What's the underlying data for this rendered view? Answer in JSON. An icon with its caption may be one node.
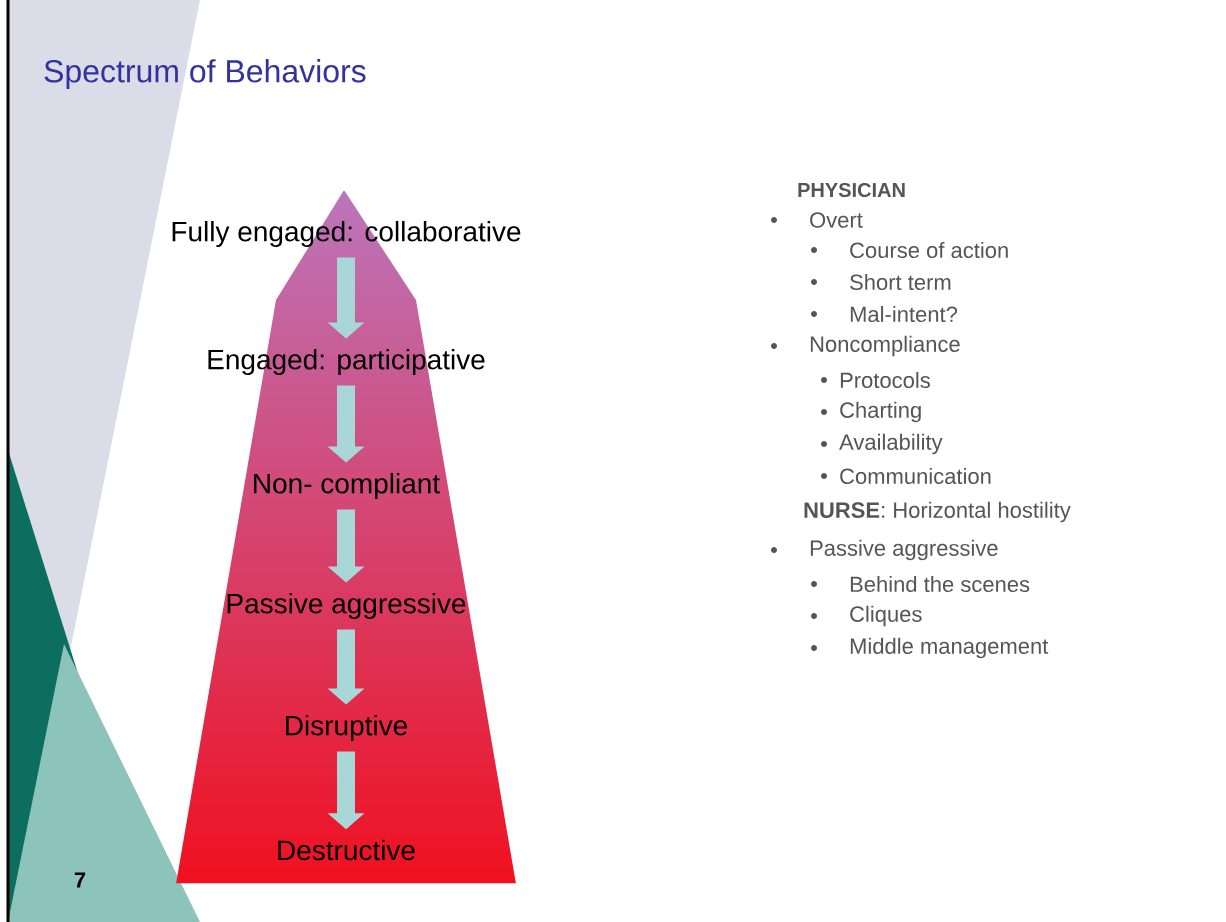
{
  "diagram": {
    "title": "Spectrum of Behaviors",
    "nodes": [
      {
        "text": [
          "Fully engaged: collaborative"
        ]
      },
      {
        "text": [
          "Engaged: participative"
        ]
      },
      {
        "text": [
          "Non- compliant"
        ]
      },
      {
        "text": [
          "Passive aggressive"
        ]
      },
      {
        "text": [
          "Disruptive"
        ]
      },
      {
        "text": [
          "Destructive"
        ]
      }
    ],
    "edges": [
      {
        "from": 0,
        "to": 1,
        "arrow": "to"
      },
      {
        "from": 1,
        "to": 2,
        "arrow": "to"
      },
      {
        "from": 2,
        "to": 3,
        "arrow": "to"
      },
      {
        "from": 3,
        "to": 4,
        "arrow": "to"
      },
      {
        "from": 4,
        "to": 5,
        "arrow": "to"
      }
    ],
    "labels": [
      "PHYSICIAN",
      "Overt",
      "Course of action",
      "Short term",
      "Mal-intent?",
      "Noncompliance",
      "Protocols",
      "Charting",
      "Availability",
      "Communication",
      "**NURSE**: Horizontal hostility",
      "Passive aggressive",
      "Behind the scenes",
      "Cliques",
      "Middle management",
      "7"
    ]
  }
}
